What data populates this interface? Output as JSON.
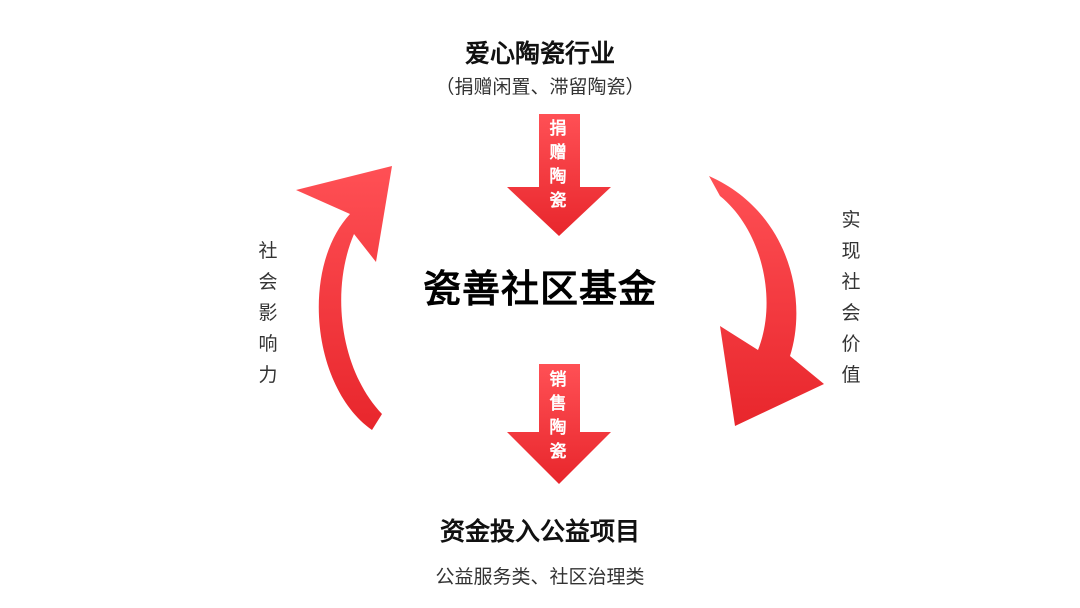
{
  "top_node": {
    "title": "爱心陶瓷行业",
    "subtitle": "（捐赠闲置、滞留陶瓷）"
  },
  "center_node": {
    "title": "瓷善社区基金"
  },
  "bottom_node": {
    "title": "资金投入公益项目",
    "subtitle": "公益服务类、社区治理类"
  },
  "arrows": {
    "top_down_label": "捐赠陶瓷",
    "bottom_down_label": "销售陶瓷",
    "left_curve_label": "社会影响力",
    "right_curve_label": "实现社会价值"
  },
  "colors": {
    "arrow_fill": "#f0353a",
    "arrow_highlight": "#ff6a6a",
    "background": "#ffffff"
  }
}
